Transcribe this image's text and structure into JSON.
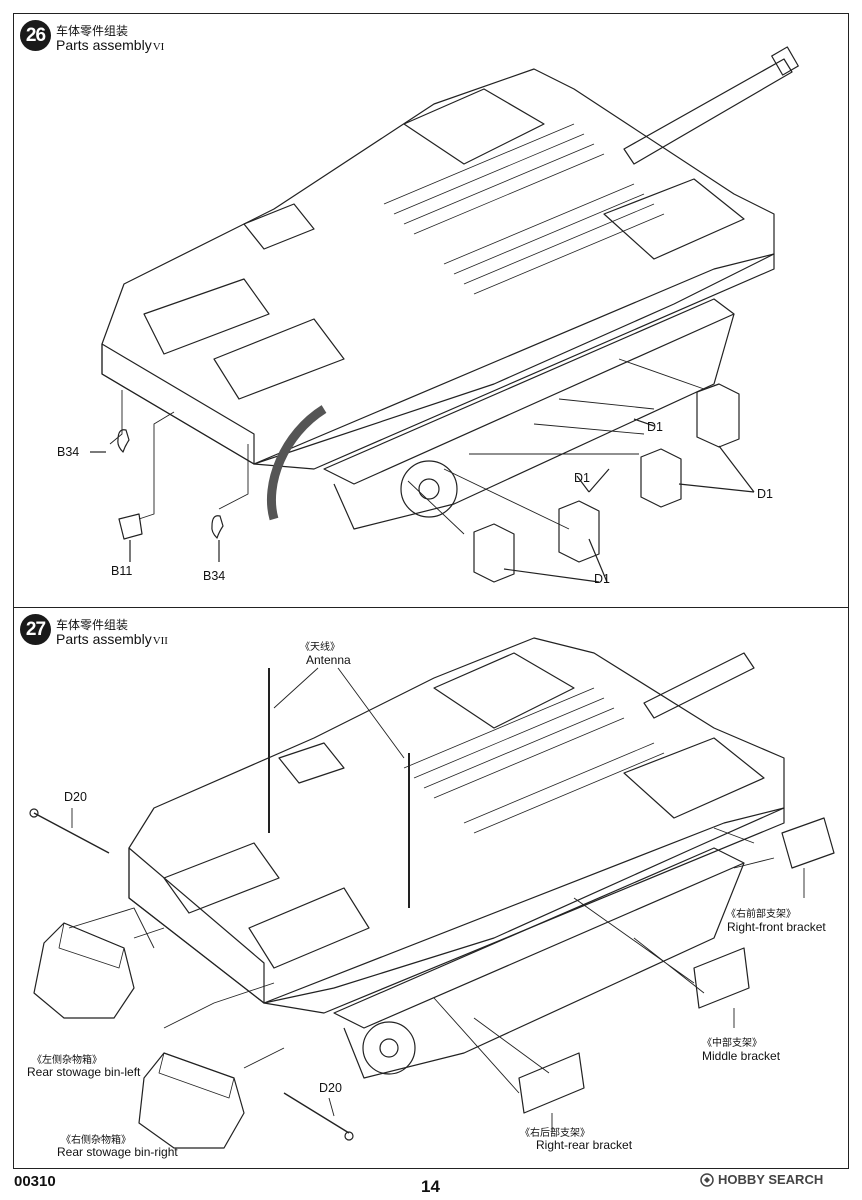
{
  "steps": [
    {
      "number": "26",
      "title_cn": "车体零件组装",
      "title_en": "Parts assembly",
      "roman": "VI",
      "callouts": {
        "b34_left": "B34",
        "b11": "B11",
        "b34_bottom": "B34",
        "d1_a": "D1",
        "d1_b": "D1",
        "d1_c": "D1",
        "d1_d": "D1"
      }
    },
    {
      "number": "27",
      "title_cn": "车体零件组装",
      "title_en": "Parts assembly",
      "roman": "VII",
      "callouts": {
        "antenna_cn": "《天线》",
        "antenna_en": "Antenna",
        "d20_top": "D20",
        "d20_bottom": "D20",
        "right_front_cn": "《右前部支架》",
        "right_front_en": "Right-front bracket",
        "middle_cn": "《中部支架》",
        "middle_en": "Middle bracket",
        "right_rear_cn": "《右后部支架》",
        "right_rear_en": "Right-rear bracket",
        "bin_left_cn": "《左侧杂物箱》",
        "bin_left_en": "Rear stowage bin-left",
        "bin_right_cn": "《右侧杂物箱》",
        "bin_right_en": "Rear stowage bin-right"
      }
    }
  ],
  "footer": {
    "code": "00310",
    "page_number": "14",
    "watermark": "HOBBY SEARCH"
  },
  "colors": {
    "line": "#222222",
    "text": "#111111",
    "watermark": "#444444"
  }
}
